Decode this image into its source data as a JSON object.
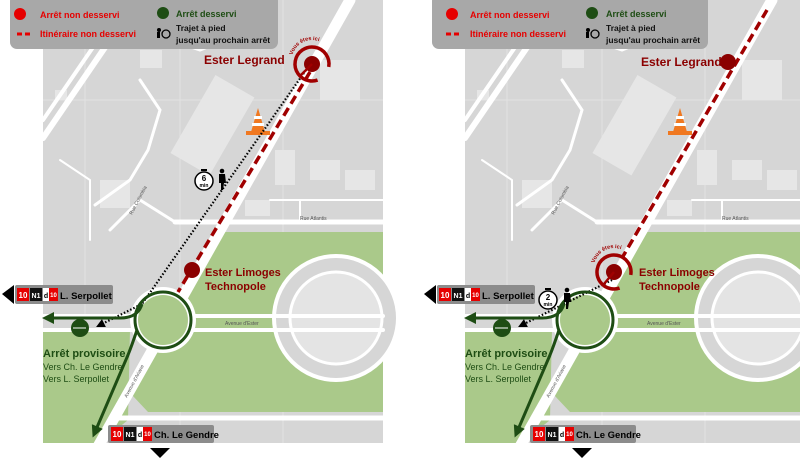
{
  "legend": {
    "stop_not_served": "Arrêt non desservi",
    "route_not_served": "Itinéraire non desservi",
    "stop_served": "Arrêt desservi",
    "walk_line1": "Trajet à pied",
    "walk_line2": "jusqu'au prochain arrêt"
  },
  "streets": {
    "colombia": "Rue Colombia",
    "atlantis": "Rue Atlantis",
    "ester": "Avenue d'Ester",
    "ariane": "Avenue d'Ariane"
  },
  "stops": {
    "legrand": "Ester Legrand",
    "limoges1": "Ester Limoges",
    "limoges2": "Technopole",
    "you_are_here": "Vous êtes ici",
    "temp_title": "Arrêt provisoire",
    "temp_dir1": "Vers Ch. Le Gendre",
    "temp_dir2": "Vers L. Serpollet"
  },
  "lines": {
    "l10": "10",
    "n1": "N1",
    "d": "d",
    "d10": "10"
  },
  "destinations": {
    "serpollet": "L. Serpollet",
    "legendre": "Ch. Le Gendre"
  },
  "panels": [
    {
      "walk_minutes": "6",
      "walk_unit": "min"
    },
    {
      "walk_minutes": "2",
      "walk_unit": "min"
    }
  ],
  "colors": {
    "red": "#e60000",
    "dark_red": "#8b0000",
    "green": "#1e4d14",
    "park": "#aac98a"
  }
}
